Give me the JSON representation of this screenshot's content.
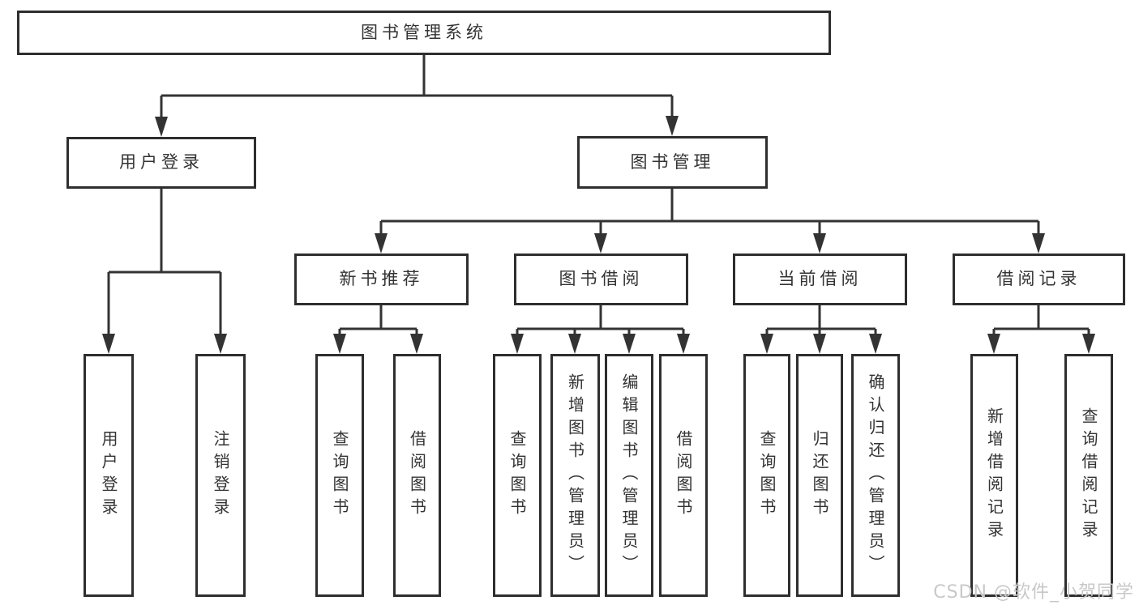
{
  "tree": {
    "label": "图书管理系统",
    "children": [
      {
        "label": "用户登录",
        "children": [
          {
            "label": "用户登录"
          },
          {
            "label": "注销登录"
          }
        ]
      },
      {
        "label": "图书管理",
        "children": [
          {
            "label": "新书推荐",
            "children": [
              {
                "label": "查询图书"
              },
              {
                "label": "借阅图书"
              }
            ]
          },
          {
            "label": "图书借阅",
            "children": [
              {
                "label": "查询图书"
              },
              {
                "label": "新增图书（管理员）"
              },
              {
                "label": "编辑图书（管理员）"
              },
              {
                "label": "借阅图书"
              }
            ]
          },
          {
            "label": "当前借阅",
            "children": [
              {
                "label": "查询图书"
              },
              {
                "label": "归还图书"
              },
              {
                "label": "确认归还（管理员）"
              }
            ]
          },
          {
            "label": "借阅记录",
            "children": [
              {
                "label": "新增借阅记录"
              },
              {
                "label": "查询借阅记录"
              }
            ]
          }
        ]
      }
    ]
  },
  "watermark": {
    "text": "CSDN @软件_小贺同学"
  },
  "colors": {
    "line": "#333333",
    "box_border": "#2e2e2e",
    "text": "#333333",
    "watermark": "#c8c8c8",
    "background": "#ffffff"
  }
}
